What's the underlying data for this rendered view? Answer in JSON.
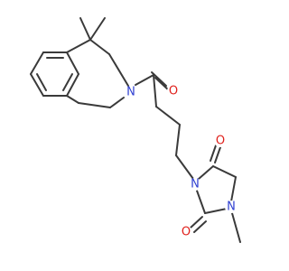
{
  "colors": {
    "background": "#ffffff",
    "bond": "#3a3a3a",
    "nitrogen": "#2f3fd1",
    "oxygen": "#e0201b"
  },
  "atoms": [
    {
      "id": "n-isoquinoline",
      "label": "N",
      "element": "nitrogen"
    },
    {
      "id": "o-amide",
      "label": "O",
      "element": "oxygen"
    },
    {
      "id": "n3-hydantoin",
      "label": "N",
      "element": "nitrogen"
    },
    {
      "id": "n1-hydantoin",
      "label": "N",
      "element": "nitrogen"
    },
    {
      "id": "o-c4",
      "label": "O",
      "element": "oxygen"
    },
    {
      "id": "o-c2",
      "label": "O",
      "element": "oxygen"
    }
  ]
}
